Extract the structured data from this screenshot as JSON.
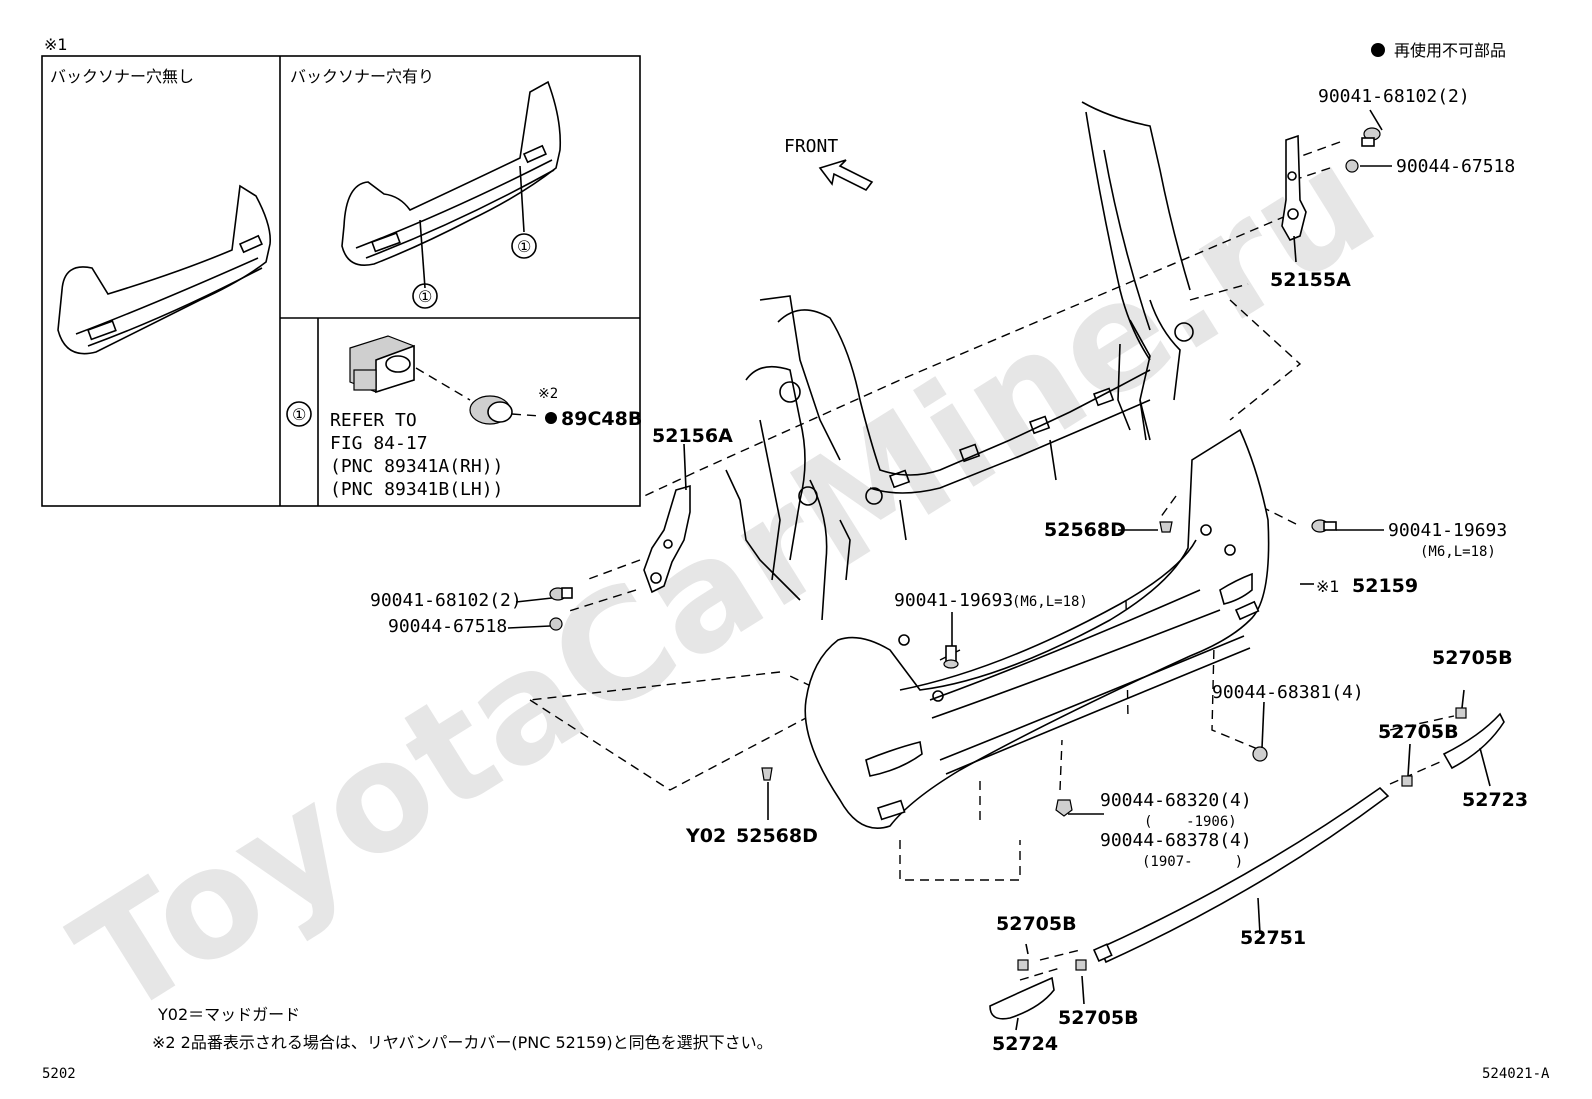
{
  "legend": {
    "symbol": "●",
    "text": "再使用不可部品"
  },
  "inset": {
    "note_mark": "※1",
    "panel_left_title": "バックソナー穴無し",
    "panel_right_title": "バックソナー穴有り",
    "callout": "①",
    "refer_lines": [
      "REFER TO",
      "FIG 84-17",
      "(PNC 89341A(RH))",
      "(PNC 89341B(LH))"
    ],
    "sensor_note_mark": "※2",
    "sensor_part": "89C48B"
  },
  "front_label": "FRONT",
  "parts": {
    "p52155A": "52155A",
    "p90041_68102_top": "90041-68102(2)",
    "p90044_67518_top": "90044-67518",
    "p52156A": "52156A",
    "p90041_68102_left": "90041-68102(2)",
    "p90044_67518_left": "90044-67518",
    "p52568D_mid": "52568D",
    "p90041_19693_right": "90041-19693",
    "p90041_19693_right_spec": "(M6,L=18)",
    "p52159_mark": "※1",
    "p52159": "52159",
    "p90041_19693_center": "90041-19693",
    "p90041_19693_center_spec": "(M6,L=18)",
    "p90044_68381": "90044-68381(4)",
    "p52705B_a": "52705B",
    "p52705B_b": "52705B",
    "p52723": "52723",
    "p90044_68320": "90044-68320(4)",
    "p90044_68320_range": "(    -1906)",
    "p90044_68378": "90044-68378(4)",
    "p90044_68378_range": "(1907-     )",
    "pY02": "Y02",
    "p52568D_bottom": "52568D",
    "p52751": "52751",
    "p52705B_c": "52705B",
    "p52705B_d": "52705B",
    "p52724": "52724"
  },
  "notes": {
    "y02": "Y02＝マッドガード",
    "n2": "※2 2品番表示される場合は、リヤバンパーカバー(PNC 52159)と同色を選択下さい。"
  },
  "footer": {
    "left_code": "5202",
    "right_code": "524021-A"
  },
  "watermark": "ToyotaCarMine.ru"
}
